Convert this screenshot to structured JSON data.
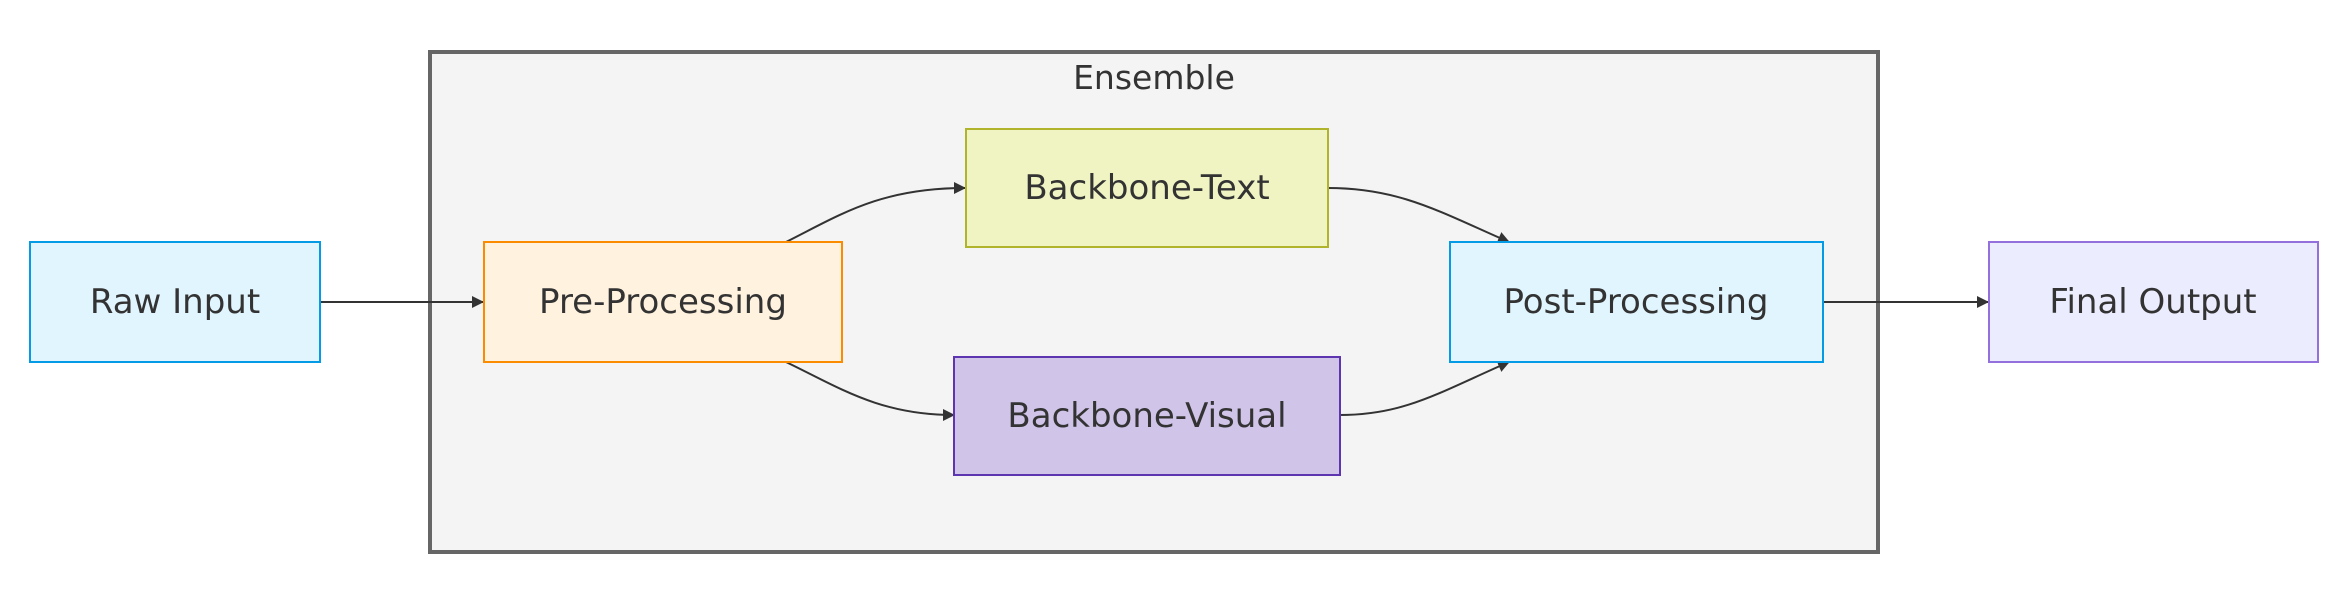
{
  "group": {
    "title": "Ensemble"
  },
  "nodes": {
    "raw_input": {
      "label": "Raw Input",
      "fill": "#e1f5fe",
      "stroke": "#039be5"
    },
    "pre_processing": {
      "label": "Pre-Processing",
      "fill": "#fff3e0",
      "stroke": "#fb8c00"
    },
    "backbone_text": {
      "label": "Backbone-Text",
      "fill": "#f0f4c3",
      "stroke": "#afb42b"
    },
    "backbone_visual": {
      "label": "Backbone-Visual",
      "fill": "#d1c4e9",
      "stroke": "#5e35b1"
    },
    "post_processing": {
      "label": "Post-Processing",
      "fill": "#e1f5fe",
      "stroke": "#039be5"
    },
    "final_output": {
      "label": "Final Output",
      "fill": "#ececff",
      "stroke": "#9370db"
    }
  },
  "edges": [
    {
      "from": "raw_input",
      "to": "pre_processing"
    },
    {
      "from": "pre_processing",
      "to": "backbone_text"
    },
    {
      "from": "pre_processing",
      "to": "backbone_visual"
    },
    {
      "from": "backbone_text",
      "to": "post_processing"
    },
    {
      "from": "backbone_visual",
      "to": "post_processing"
    },
    {
      "from": "post_processing",
      "to": "final_output"
    }
  ],
  "colors": {
    "group_fill": "#f4f4f4",
    "group_stroke": "#666666",
    "edge": "#333333"
  }
}
